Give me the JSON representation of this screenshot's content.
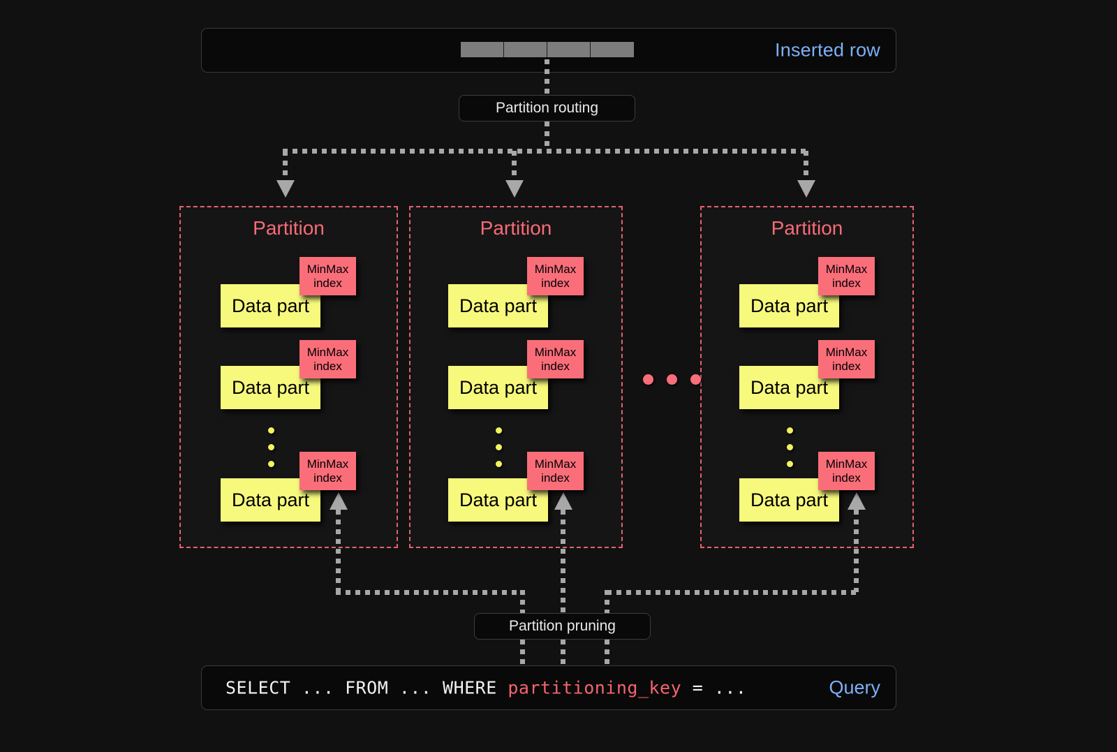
{
  "theme": {
    "background": "#111111",
    "accent_blue": "#7cb0f7",
    "accent_red": "#fa6e7a",
    "accent_yellow": "#f7f97d",
    "connector_gray": "#a8a8a8",
    "panel_dark": "#090909"
  },
  "inserted_row": {
    "label": "Inserted row",
    "cell_count": 4,
    "cells": [
      "",
      "",
      "",
      ""
    ]
  },
  "routing": {
    "label": "Partition routing",
    "fanout_count": 3
  },
  "partitions": [
    {
      "title": "Partition",
      "parts": [
        {
          "data_part_label": "Data part",
          "index_line1": "MinMax",
          "index_line2": "index"
        },
        {
          "data_part_label": "Data part",
          "index_line1": "MinMax",
          "index_line2": "index"
        },
        {
          "data_part_label": "Data part",
          "index_line1": "MinMax",
          "index_line2": "index"
        }
      ],
      "ellipsis_dots": 3
    },
    {
      "title": "Partition",
      "parts": [
        {
          "data_part_label": "Data part",
          "index_line1": "MinMax",
          "index_line2": "index"
        },
        {
          "data_part_label": "Data part",
          "index_line1": "MinMax",
          "index_line2": "index"
        },
        {
          "data_part_label": "Data part",
          "index_line1": "MinMax",
          "index_line2": "index"
        }
      ],
      "ellipsis_dots": 3
    },
    {
      "title": "Partition",
      "parts": [
        {
          "data_part_label": "Data part",
          "index_line1": "MinMax",
          "index_line2": "index"
        },
        {
          "data_part_label": "Data part",
          "index_line1": "MinMax",
          "index_line2": "index"
        },
        {
          "data_part_label": "Data part",
          "index_line1": "MinMax",
          "index_line2": "index"
        }
      ],
      "ellipsis_dots": 3
    }
  ],
  "between_partitions_ellipsis": 3,
  "pruning": {
    "label": "Partition pruning"
  },
  "query": {
    "label": "Query",
    "prefix": "SELECT ... FROM ... WHERE ",
    "key": "partitioning_key",
    "suffix": " = ..."
  }
}
